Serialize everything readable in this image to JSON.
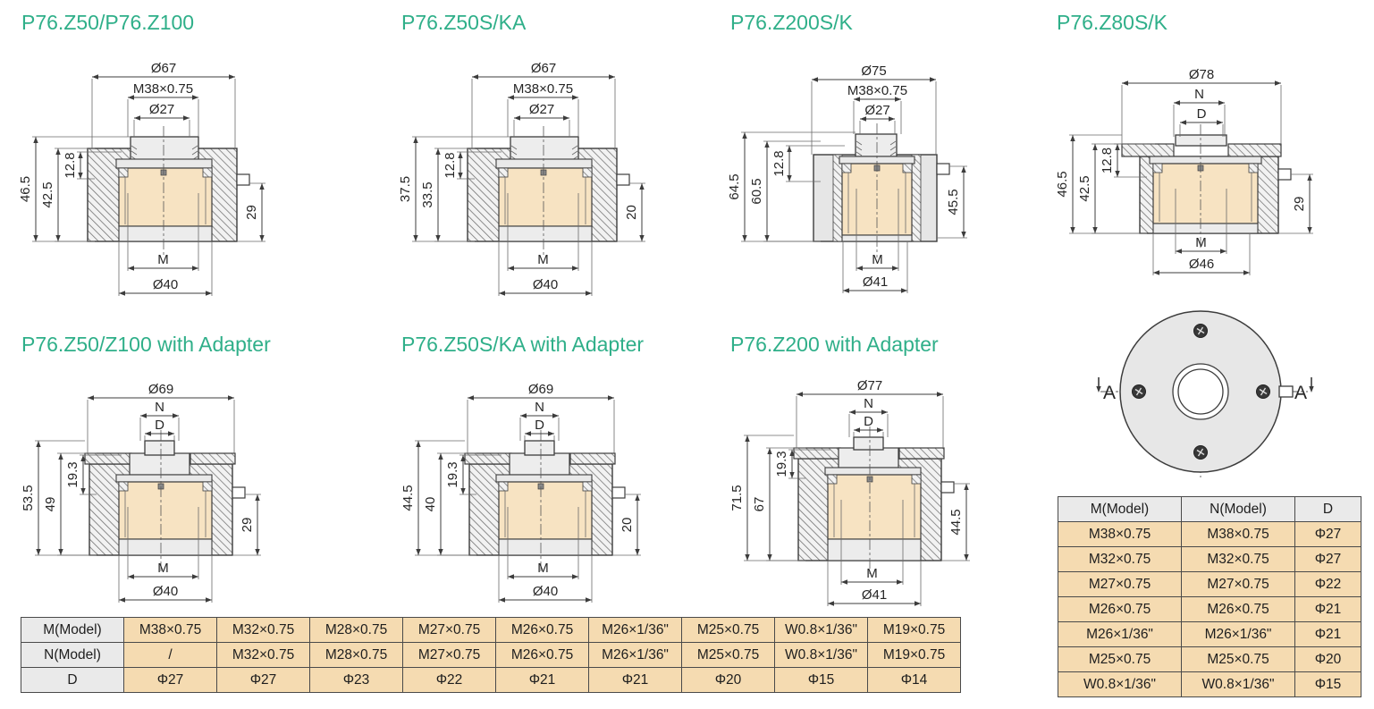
{
  "colors": {
    "title_green": "#2FAF89",
    "table_tan": "#F5DBB1",
    "table_header_gray": "#EAEAEA",
    "drawing_tan": "#F7E3C2",
    "drawing_gray": "#E9E9E9",
    "line_dark": "#3c3c3c"
  },
  "drawings": [
    {
      "title": "P76.Z50/P76.Z100",
      "top_dims": [
        "Ø67",
        "M38×0.75",
        "Ø27"
      ],
      "left_dims": [
        "46.5",
        "42.5",
        "12.8"
      ],
      "right_dim": "29",
      "bottom_dims": [
        "M",
        "Ø40"
      ]
    },
    {
      "title": "P76.Z50S/KA",
      "top_dims": [
        "Ø67",
        "M38×0.75",
        "Ø27"
      ],
      "left_dims": [
        "37.5",
        "33.5",
        "12.8"
      ],
      "right_dim": "20",
      "bottom_dims": [
        "M",
        "Ø40"
      ]
    },
    {
      "title": "P76.Z200S/K",
      "top_dims": [
        "Ø75",
        "M38×0.75",
        "Ø27"
      ],
      "left_dims": [
        "64.5",
        "60.5",
        "12.8"
      ],
      "right_dim": "45.5",
      "bottom_dims": [
        "M",
        "Ø41"
      ]
    },
    {
      "title": "P76.Z80S/K",
      "top_dims": [
        "Ø78",
        "N",
        "D"
      ],
      "left_dims": [
        "46.5",
        "42.5",
        "12.8"
      ],
      "right_dim": "29",
      "bottom_dims": [
        "M",
        "Ø46"
      ]
    },
    {
      "title": "P76.Z50/Z100 with Adapter",
      "top_dims": [
        "Ø69",
        "N",
        "D"
      ],
      "left_dims": [
        "53.5",
        "49",
        "19.3"
      ],
      "right_dim": "29",
      "bottom_dims": [
        "M",
        "Ø40"
      ]
    },
    {
      "title": "P76.Z50S/KA with Adapter",
      "top_dims": [
        "Ø69",
        "N",
        "D"
      ],
      "left_dims": [
        "44.5",
        "40",
        "19.3"
      ],
      "right_dim": "20",
      "bottom_dims": [
        "M",
        "Ø40"
      ]
    },
    {
      "title": "P76.Z200 with Adapter",
      "top_dims": [
        "Ø77",
        "N",
        "D"
      ],
      "left_dims": [
        "71.5",
        "67",
        "19.3"
      ],
      "right_dim": "44.5",
      "bottom_dims": [
        "M",
        "Ø41"
      ]
    }
  ],
  "circle_view": {
    "section_label": "A"
  },
  "right_table": {
    "headers": [
      "M(Model)",
      "N(Model)",
      "D"
    ],
    "rows": [
      [
        "M38×0.75",
        "M38×0.75",
        "Φ27"
      ],
      [
        "M32×0.75",
        "M32×0.75",
        "Φ27"
      ],
      [
        "M27×0.75",
        "M27×0.75",
        "Φ22"
      ],
      [
        "M26×0.75",
        "M26×0.75",
        "Φ21"
      ],
      [
        "M26×1/36\"",
        "M26×1/36\"",
        "Φ21"
      ],
      [
        "M25×0.75",
        "M25×0.75",
        "Φ20"
      ],
      [
        "W0.8×1/36\"",
        "W0.8×1/36\"",
        "Φ15"
      ]
    ]
  },
  "bottom_table": {
    "rows": [
      {
        "header": "M(Model)",
        "cells": [
          "M38×0.75",
          "M32×0.75",
          "M28×0.75",
          "M27×0.75",
          "M26×0.75",
          "M26×1/36\"",
          "M25×0.75",
          "W0.8×1/36\"",
          "M19×0.75"
        ]
      },
      {
        "header": "N(Model)",
        "cells": [
          "/",
          "M32×0.75",
          "M28×0.75",
          "M27×0.75",
          "M26×0.75",
          "M26×1/36\"",
          "M25×0.75",
          "W0.8×1/36\"",
          "M19×0.75"
        ]
      },
      {
        "header": "D",
        "cells": [
          "Φ27",
          "Φ27",
          "Φ23",
          "Φ22",
          "Φ21",
          "Φ21",
          "Φ20",
          "Φ15",
          "Φ14"
        ]
      }
    ]
  }
}
